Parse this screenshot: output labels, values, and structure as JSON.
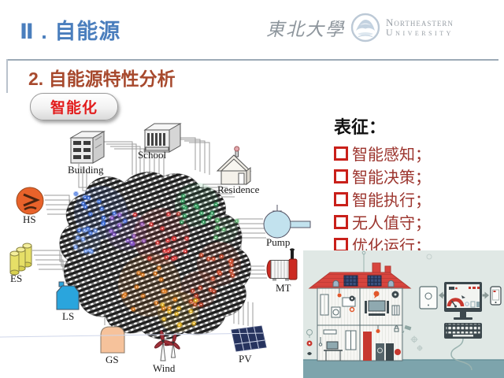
{
  "header": {
    "title": "Ⅱ . 自能源",
    "logo": {
      "calligraphy": "東北大學",
      "line1": "Northeastern",
      "line2": "University"
    }
  },
  "section": {
    "subtitle": "2. 自能源特性分析",
    "badge_label": "智能化"
  },
  "characteristics": {
    "heading": "表征：",
    "items": [
      "智能感知；",
      "智能决策；",
      "智能执行；",
      "无人值守；",
      "优化运行；"
    ]
  },
  "diagram": {
    "labels": {
      "building": "Building",
      "school": "School",
      "residence": "Residence",
      "hs": "HS",
      "pump": "Pump",
      "es": "ES",
      "mt": "MT",
      "ls": "LS",
      "gs": "GS",
      "wind": "Wind",
      "pv": "PV"
    }
  },
  "colors": {
    "title_blue": "#4a7ebd",
    "subtitle_brown": "#a7492d",
    "badge_red": "#e21d1d",
    "list_red": "#9c352e",
    "bullet_red": "#c9201a",
    "roof_red": "#d8453e",
    "illustration_bg": "#e0e8e5",
    "ground_teal": "#7da4ac"
  }
}
